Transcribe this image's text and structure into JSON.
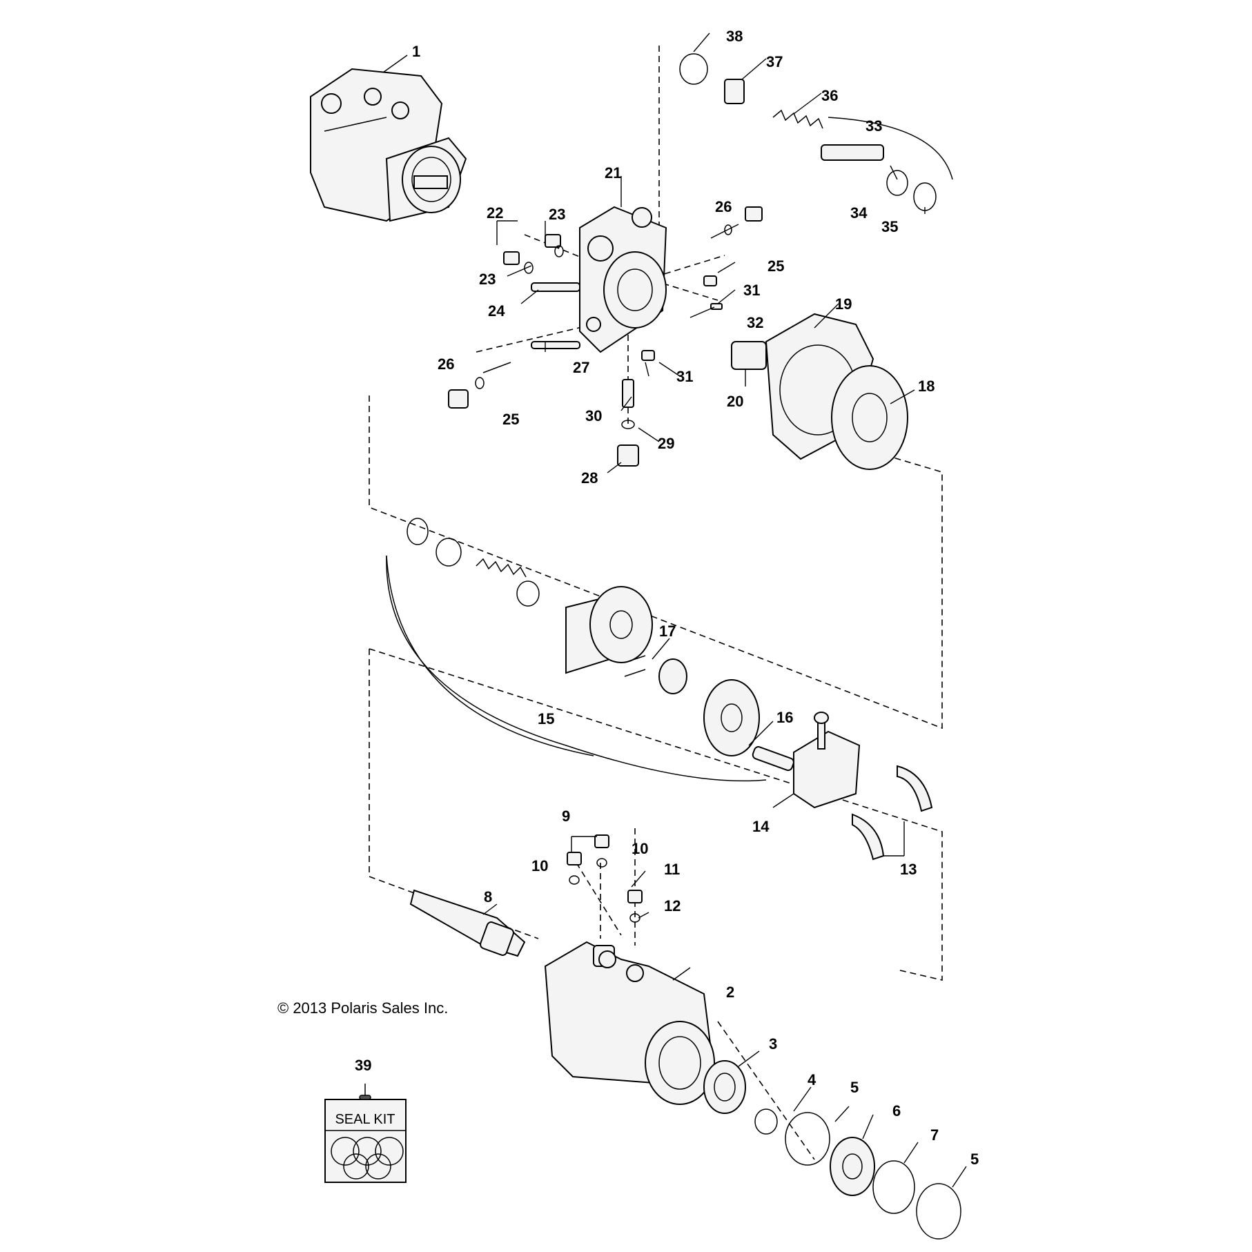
{
  "copyright": "© 2013 Polaris Sales Inc.",
  "seal_kit": {
    "number": "39",
    "label": "SEAL KIT"
  },
  "callouts": {
    "c1": "1",
    "c2": "2",
    "c3": "3",
    "c4": "4",
    "c5": "5",
    "c6": "6",
    "c7": "7",
    "c8": "8",
    "c9": "9",
    "c10": "10",
    "c11": "11",
    "c12": "12",
    "c13": "13",
    "c14": "14",
    "c15": "15",
    "c16": "16",
    "c17": "17",
    "c18": "18",
    "c19": "19",
    "c20": "20",
    "c21": "21",
    "c22": "22",
    "c23": "23",
    "c24": "24",
    "c25": "25",
    "c26": "26",
    "c27": "27",
    "c28": "28",
    "c29": "29",
    "c30": "30",
    "c31": "31",
    "c32": "32",
    "c33": "33",
    "c34": "34",
    "c35": "35",
    "c36": "36",
    "c37": "37",
    "c38": "38"
  }
}
